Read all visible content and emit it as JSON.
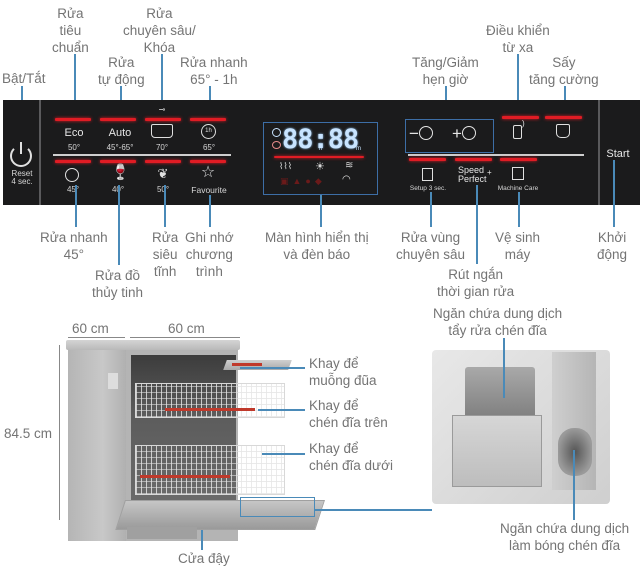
{
  "control_panel": {
    "power": {
      "label": "Bật/Tắt",
      "sub": "Reset\n4 sec.",
      "sub1": "Reset",
      "sub2": "4 sec."
    },
    "programs_top": [
      {
        "name": "Eco",
        "temp": "50°",
        "label": [
          "Rửa",
          "tiêu",
          "chuẩn"
        ]
      },
      {
        "name": "Auto",
        "temp": "45°-65°",
        "label": [
          "Rửa",
          "tự động"
        ]
      },
      {
        "name": "intensive-icon",
        "temp": "70°",
        "label": [
          "Rửa",
          "chuyên sâu/",
          "Khóa"
        ]
      },
      {
        "name": "1h-icon",
        "temp": "65°",
        "label": [
          "Rửa nhanh",
          "65° - 1h"
        ]
      }
    ],
    "programs_bottom": [
      {
        "name": "quick-icon",
        "temp": "45°",
        "label": [
          "Rửa nhanh",
          "45°"
        ]
      },
      {
        "name": "glass-icon",
        "temp": "40°",
        "label": [
          "Rửa đồ",
          "thủy tinh"
        ]
      },
      {
        "name": "silence-icon",
        "temp": "50°",
        "label": [
          "Rửa",
          "siêu",
          "tĩnh"
        ]
      },
      {
        "name": "star-icon",
        "temp": "Favourite",
        "label": [
          "Ghi nhớ",
          "chương",
          "trình"
        ]
      }
    ],
    "display": {
      "digits": "88:88",
      "h": "h",
      "m": "m",
      "label": [
        "Màn hình hiển thị",
        "và đèn báo"
      ]
    },
    "timer": {
      "minus": "−",
      "plus": "+",
      "label": [
        "Tăng/Giảm",
        "hẹn giờ"
      ]
    },
    "remote": {
      "label": [
        "Điều khiển",
        "từ xa"
      ]
    },
    "extra_dry": {
      "label": [
        "Sấy",
        "tăng cường"
      ]
    },
    "setup": {
      "text": "Setup 3 sec.",
      "label": [
        "Rửa vùng",
        "chuyên sâu"
      ]
    },
    "speed_perfect": {
      "line1": "Speed",
      "line2": "Perfect",
      "plus": "+",
      "label": [
        "Rút ngắn",
        "thời gian rửa"
      ]
    },
    "machine_care": {
      "text": "Machine Care",
      "label": [
        "Vệ sinh",
        "máy"
      ]
    },
    "start": {
      "text": "Start",
      "label": [
        "Khởi",
        "động"
      ]
    },
    "colors": {
      "panel": "#1b1b1c",
      "led_red": "#e01c24",
      "lcd_blue": "#c8e4ff",
      "callout_line": "#4a8ab8"
    }
  },
  "dishwasher": {
    "dimensions": {
      "depth": "60 cm",
      "width": "60 cm",
      "height": "84.5 cm"
    },
    "parts": [
      {
        "label": [
          "Khay để",
          "muỗng đũa"
        ]
      },
      {
        "label": [
          "Khay để",
          "chén đĩa trên"
        ]
      },
      {
        "label": [
          "Khay để",
          "chén đĩa dưới"
        ]
      }
    ],
    "door": {
      "label": "Cửa đậy"
    }
  },
  "detergent": {
    "top_label": [
      "Ngăn chứa dung dịch",
      "tẩy rửa chén đĩa"
    ],
    "bottom_label": [
      "Ngăn chứa dung dịch",
      "làm bóng chén đĩa"
    ]
  }
}
